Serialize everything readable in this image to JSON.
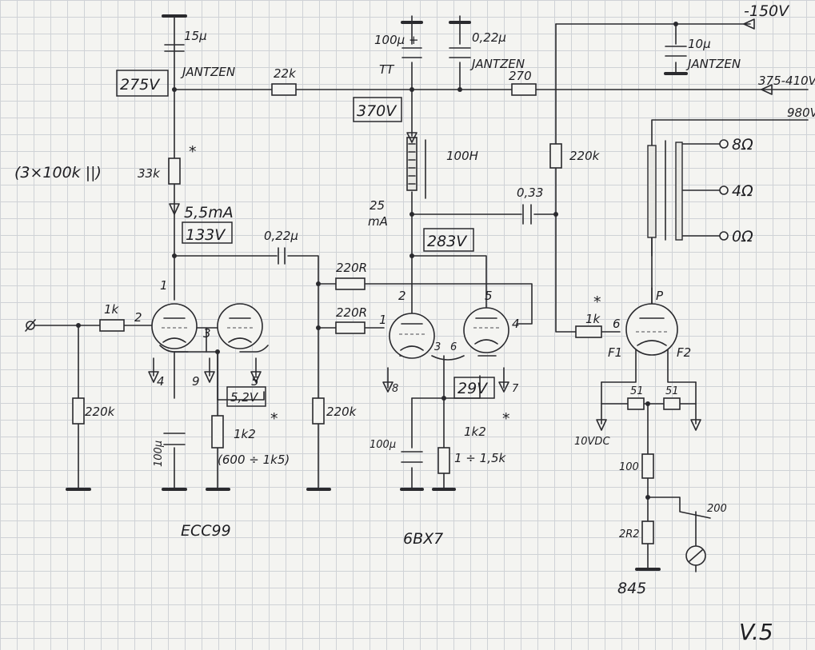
{
  "supply": {
    "neg150": "-150V",
    "plus375": "375-410V",
    "plus980": "980V"
  },
  "nodes": {
    "v275": "275V",
    "v370": "370V",
    "v133": "133V",
    "i55": "5,5mA",
    "v52": "5,2V",
    "v283": "283V",
    "i25": "25",
    "i25u": "mA",
    "v29": "29V"
  },
  "parts": {
    "c15u": "15μ",
    "jantzen1": "JANTZEN",
    "r22k": "22k",
    "r33k": "33k",
    "r33k_note": "(3×100k ||)",
    "c022_1": "0,22μ",
    "r1k_in": "1k",
    "r220k_in": "220k",
    "r220k_mid": "220k",
    "c100u_1": "100μ",
    "r1k2_1": "1k2",
    "r1k2_1_range": "(600 ÷ 1k5)",
    "c100u_tt": "100μ +",
    "tt": "TT",
    "c022_2": "0,22μ",
    "jantzen2": "JANTZEN",
    "r270": "270",
    "choke": "100H",
    "c033": "0,33",
    "r220r_1": "220R",
    "r220r_2": "220R",
    "c100u_2": "100μ",
    "r1k2_2": "1k2",
    "r1k2_2_range": "1 ÷ 1,5k",
    "c10u": "10μ",
    "jantzen3": "JANTZEN",
    "r220k_g": "220k",
    "r1k_845": "1k",
    "r51": "51",
    "r51b": "51",
    "vdc": "10VDC",
    "r100": "100",
    "r2r2": "2R2",
    "r200": "200"
  },
  "outputs": {
    "o8": "8Ω",
    "o4": "4Ω",
    "o0": "0Ω"
  },
  "tubes": {
    "ecc99": "ECC99",
    "bx7": "6BX7",
    "t845": "845"
  },
  "pins": {
    "p1": "1",
    "p2": "2",
    "p3": "3",
    "p4": "4",
    "p9": "9",
    "p5": "5",
    "q2": "2",
    "q1": "1",
    "q3": "3",
    "q6": "6",
    "q5": "5",
    "q4": "4",
    "q8": "8",
    "q7": "7",
    "k6": "6",
    "kp": "P",
    "f1": "F1",
    "f2": "F2"
  },
  "marks": {
    "star": "*",
    "version": "V.5"
  }
}
